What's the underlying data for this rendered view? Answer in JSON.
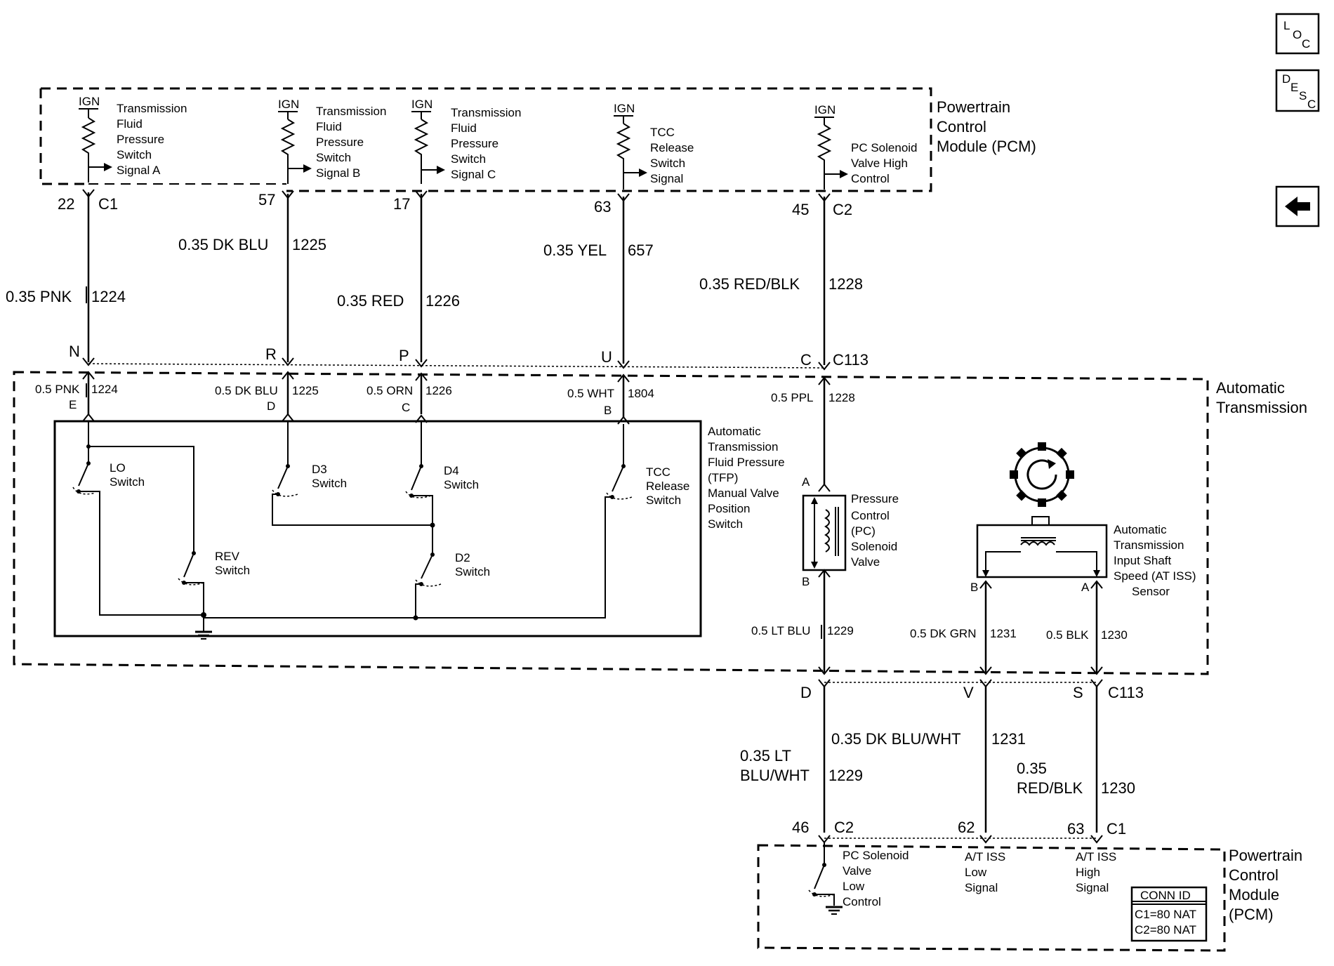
{
  "nav": {
    "loc": [
      "L",
      "O",
      "C"
    ],
    "desc": [
      "D",
      "E",
      "S",
      "C"
    ]
  },
  "pcm_top": {
    "title": [
      "Powertrain",
      "Control",
      "Module (PCM)"
    ],
    "ign": "IGN",
    "circuits": [
      {
        "lines": [
          "Transmission",
          "Fluid",
          "Pressure",
          "Switch",
          "Signal A"
        ]
      },
      {
        "lines": [
          "Transmission",
          "Fluid",
          "Pressure",
          "Switch",
          "Signal B"
        ]
      },
      {
        "lines": [
          "Transmission",
          "Fluid",
          "Pressure",
          "Switch",
          "Signal C"
        ]
      },
      {
        "lines": [
          "TCC",
          "Release",
          "Switch",
          "Signal"
        ]
      },
      {
        "lines": [
          "PC Solenoid",
          "Valve High",
          "Control"
        ]
      }
    ],
    "pins": [
      "22",
      "57",
      "17",
      "63",
      "45"
    ],
    "conn": [
      "C1",
      "C2"
    ]
  },
  "upper_wires": [
    {
      "gauge": "0.35 PNK",
      "circuit": "1224"
    },
    {
      "gauge": "0.35 DK BLU",
      "circuit": "1225"
    },
    {
      "gauge": "0.35 RED",
      "circuit": "1226"
    },
    {
      "gauge": "0.35 YEL",
      "circuit": "657"
    },
    {
      "gauge": "0.35 RED/BLK",
      "circuit": "1228"
    }
  ],
  "c113_top": {
    "pins": [
      "N",
      "R",
      "P",
      "U",
      "C"
    ],
    "name": "C113"
  },
  "trans": {
    "title": [
      "Automatic",
      "Transmission"
    ],
    "inner": [
      {
        "gauge": "0.5 PNK",
        "circuit": "1224",
        "pin": "E"
      },
      {
        "gauge": "0.5 DK BLU",
        "circuit": "1225",
        "pin": "D"
      },
      {
        "gauge": "0.5 ORN",
        "circuit": "1226",
        "pin": "C"
      },
      {
        "gauge": "0.5 WHT",
        "circuit": "1804",
        "pin": "B"
      },
      {
        "gauge": "0.5 PPL",
        "circuit": "1228"
      }
    ],
    "switches": {
      "lo": [
        "LO",
        "Switch"
      ],
      "rev": [
        "REV",
        "Switch"
      ],
      "d3": [
        "D3",
        "Switch"
      ],
      "d4": [
        "D4",
        "Switch"
      ],
      "d2": [
        "D2",
        "Switch"
      ],
      "tcc": [
        "TCC",
        "Release",
        "Switch"
      ]
    },
    "tfp_label": [
      "Automatic",
      "Transmission",
      "Fluid Pressure",
      "(TFP)",
      "Manual Valve",
      "Position",
      "Switch"
    ],
    "pc_label": [
      "Pressure",
      "Control",
      "(PC)",
      "Solenoid",
      "Valve"
    ],
    "pc_pins": [
      "A",
      "B"
    ],
    "iss_label": [
      "Automatic",
      "Transmission",
      "Input Shaft",
      "Speed (AT ISS)",
      "Sensor"
    ],
    "iss_pins": [
      "B",
      "A"
    ],
    "lower_inner": [
      {
        "gauge": "0.5 LT BLU",
        "circuit": "1229"
      },
      {
        "gauge": "0.5 DK GRN",
        "circuit": "1231"
      },
      {
        "gauge": "0.5 BLK",
        "circuit": "1230"
      }
    ]
  },
  "c113_bottom": {
    "pins": [
      "D",
      "V",
      "S"
    ],
    "name": "C113"
  },
  "lower_wires": [
    {
      "gauge": [
        "0.35 LT",
        "BLU/WHT"
      ],
      "circuit": "1229"
    },
    {
      "gauge": [
        "0.35 DK BLU/WHT"
      ],
      "circuit": "1231"
    },
    {
      "gauge": [
        "0.35",
        "RED/BLK"
      ],
      "circuit": "1230"
    }
  ],
  "pcm_bottom": {
    "title": [
      "Powertrain",
      "Control",
      "Module",
      "(PCM)"
    ],
    "pins": [
      "46",
      "62",
      "63"
    ],
    "conn": [
      "C2",
      "C1"
    ],
    "circuits": [
      [
        "PC Solenoid",
        "Valve",
        "Low",
        "Control"
      ],
      [
        "A/T ISS",
        "Low",
        "Signal"
      ],
      [
        "A/T ISS",
        "High",
        "Signal"
      ]
    ],
    "conn_id": {
      "title": "CONN ID",
      "rows": [
        "C1=80 NAT",
        "C2=80 NAT"
      ]
    }
  }
}
